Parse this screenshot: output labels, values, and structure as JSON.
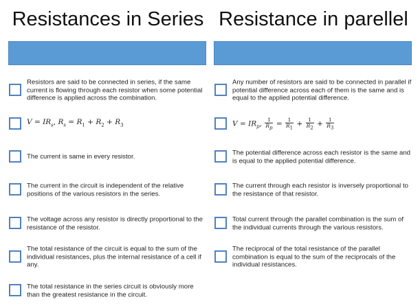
{
  "series": {
    "title": "Resistances in Series",
    "formula": {
      "v": "V",
      "eq": "=",
      "irs": "IR",
      "s": "s",
      "comma": ",",
      "rs": "R",
      "r1": "R",
      "one": "1",
      "plus": "+",
      "r2": "R",
      "two": "2",
      "r3": "R",
      "three": "3"
    },
    "items": [
      "Resistors are said to be connected in series, if the same current is flowing through each resistor when some potential difference is applied across the combination.",
      "The current is same in every resistor.",
      "The current in the circuit is independent of the relative positions of the various resistors in the series.",
      "The voltage across any resistor is directly proportional to the resistance of the resistor.",
      "The total resistance of the circuit is equal to the sum of the individual resistances, plus the internal resistance of a cell if any.",
      "The total resistance in the series circuit is obviously more than the greatest resistance in the circuit."
    ]
  },
  "parallel": {
    "title": "Resistance in parellel",
    "formula": {
      "v": "V",
      "eq": "=",
      "irp": "IR",
      "p": "p",
      "comma": ",",
      "one": "1",
      "rp": "R",
      "r1": "R",
      "s1": "1",
      "r2": "R",
      "s2": "2",
      "r3": "R",
      "s3": "3",
      "plus": "+"
    },
    "items": [
      "Any number of resistors are said to be connected in parallel if potential difference across each of them is the same and is equal to the applied potential difference.",
      "The potential difference across each resistor is the same and is equal to the applied potential difference.",
      "The current through each resistor is inversely proportional to the resistance of that resistor.",
      "Total current through the parallel combination is the sum of the individual currents through the various resistors.",
      "The reciprocal of the total resistance of the parallel combination is equal to the sum of the reciprocals of the individual resistances."
    ]
  },
  "colors": {
    "accent": "#5b9bd5",
    "checkbox_border": "#4f81bd"
  }
}
